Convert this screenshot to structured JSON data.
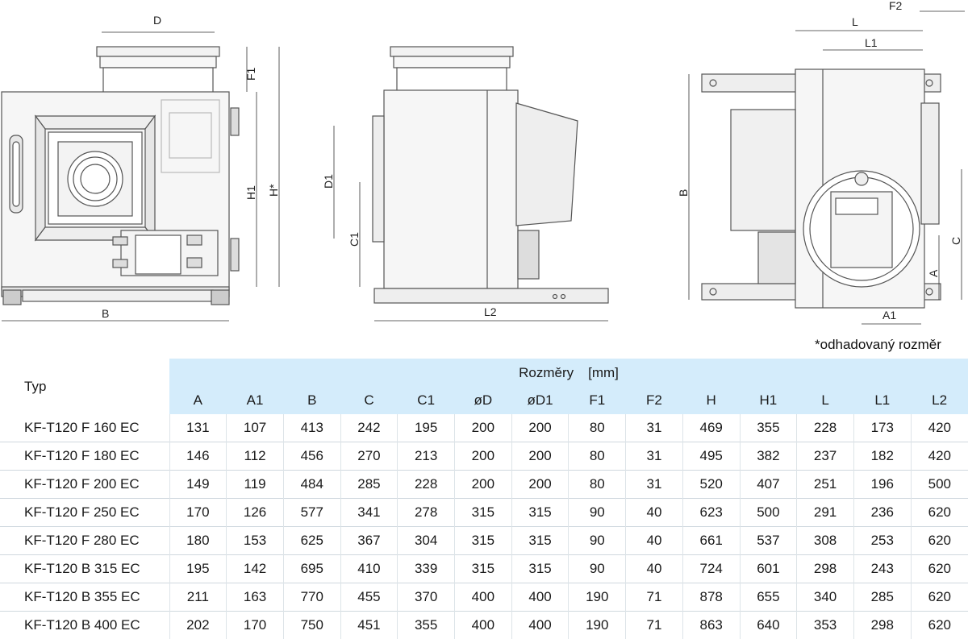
{
  "drawing": {
    "front_labels": [
      "D",
      "F1",
      "H1",
      "H*",
      "B"
    ],
    "side_labels": [
      "D1",
      "C1",
      "L2"
    ],
    "right_labels": [
      "F2",
      "L",
      "L1",
      "B",
      "C",
      "A",
      "A1"
    ]
  },
  "note": "*odhadovaný rozměr",
  "table": {
    "typ_header": "Typ",
    "group_header": "Rozměry",
    "unit": "[mm]",
    "columns": [
      "A",
      "A1",
      "B",
      "C",
      "C1",
      "øD",
      "øD1",
      "F1",
      "F2",
      "H",
      "H1",
      "L",
      "L1",
      "L2"
    ],
    "rows": [
      {
        "name": "KF-T120 F 160 EC",
        "values": [
          "131",
          "107",
          "413",
          "242",
          "195",
          "200",
          "200",
          "80",
          "31",
          "469",
          "355",
          "228",
          "173",
          "420"
        ]
      },
      {
        "name": "KF-T120 F 180 EC",
        "values": [
          "146",
          "112",
          "456",
          "270",
          "213",
          "200",
          "200",
          "80",
          "31",
          "495",
          "382",
          "237",
          "182",
          "420"
        ]
      },
      {
        "name": "KF-T120 F 200 EC",
        "values": [
          "149",
          "119",
          "484",
          "285",
          "228",
          "200",
          "200",
          "80",
          "31",
          "520",
          "407",
          "251",
          "196",
          "500"
        ]
      },
      {
        "name": "KF-T120 F 250 EC",
        "values": [
          "170",
          "126",
          "577",
          "341",
          "278",
          "315",
          "315",
          "90",
          "40",
          "623",
          "500",
          "291",
          "236",
          "620"
        ]
      },
      {
        "name": "KF-T120 F 280 EC",
        "values": [
          "180",
          "153",
          "625",
          "367",
          "304",
          "315",
          "315",
          "90",
          "40",
          "661",
          "537",
          "308",
          "253",
          "620"
        ]
      },
      {
        "name": "KF-T120 B 315 EC",
        "values": [
          "195",
          "142",
          "695",
          "410",
          "339",
          "315",
          "315",
          "90",
          "40",
          "724",
          "601",
          "298",
          "243",
          "620"
        ]
      },
      {
        "name": "KF-T120 B 355 EC",
        "values": [
          "211",
          "163",
          "770",
          "455",
          "370",
          "400",
          "400",
          "190",
          "71",
          "878",
          "655",
          "340",
          "285",
          "620"
        ]
      },
      {
        "name": "KF-T120 B 400 EC",
        "values": [
          "202",
          "170",
          "750",
          "451",
          "355",
          "400",
          "400",
          "190",
          "71",
          "863",
          "640",
          "353",
          "298",
          "620"
        ]
      }
    ]
  }
}
